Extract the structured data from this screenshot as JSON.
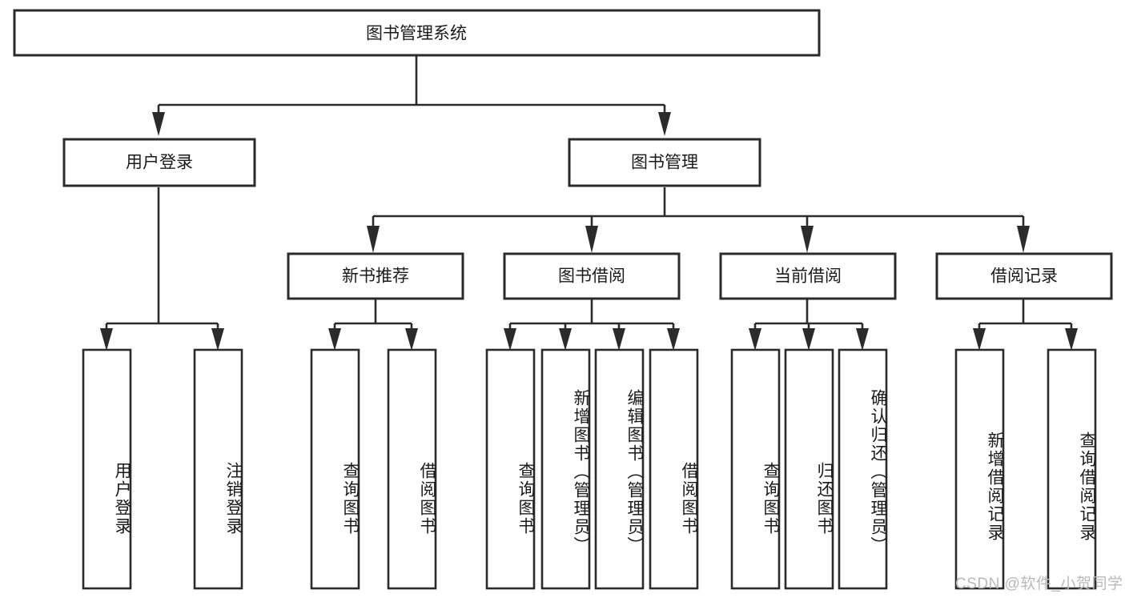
{
  "diagram": {
    "kind": "functional-structure-tree",
    "root": {
      "label": "图书管理系统"
    },
    "level2": [
      {
        "label": "用户登录"
      },
      {
        "label": "图书管理"
      }
    ],
    "level3": [
      {
        "label": "新书推荐"
      },
      {
        "label": "图书借阅"
      },
      {
        "label": "当前借阅"
      },
      {
        "label": "借阅记录"
      }
    ],
    "leaves": {
      "user_login": [
        {
          "label": "用户登录"
        },
        {
          "label": "注销登录"
        }
      ],
      "new_book_recommend": [
        {
          "label": "查询图书"
        },
        {
          "label": "借阅图书"
        }
      ],
      "book_borrow": [
        {
          "label": "查询图书"
        },
        {
          "label": "新增图书（管理员）"
        },
        {
          "label": "编辑图书（管理员）"
        },
        {
          "label": "借阅图书"
        }
      ],
      "current_borrow": [
        {
          "label": "查询图书"
        },
        {
          "label": "归还图书"
        },
        {
          "label": "确认归还（管理员）"
        }
      ],
      "borrow_record": [
        {
          "label": "新增借阅记录"
        },
        {
          "label": "查询借阅记录"
        }
      ]
    }
  },
  "watermark": {
    "text": "CSDN @软件_小贺同学"
  },
  "colors": {
    "stroke": "#2b2b2b",
    "box_fill": "#ffffff",
    "text": "#1a1a1a",
    "watermark": "#b9b9b9",
    "background": "#ffffff"
  }
}
